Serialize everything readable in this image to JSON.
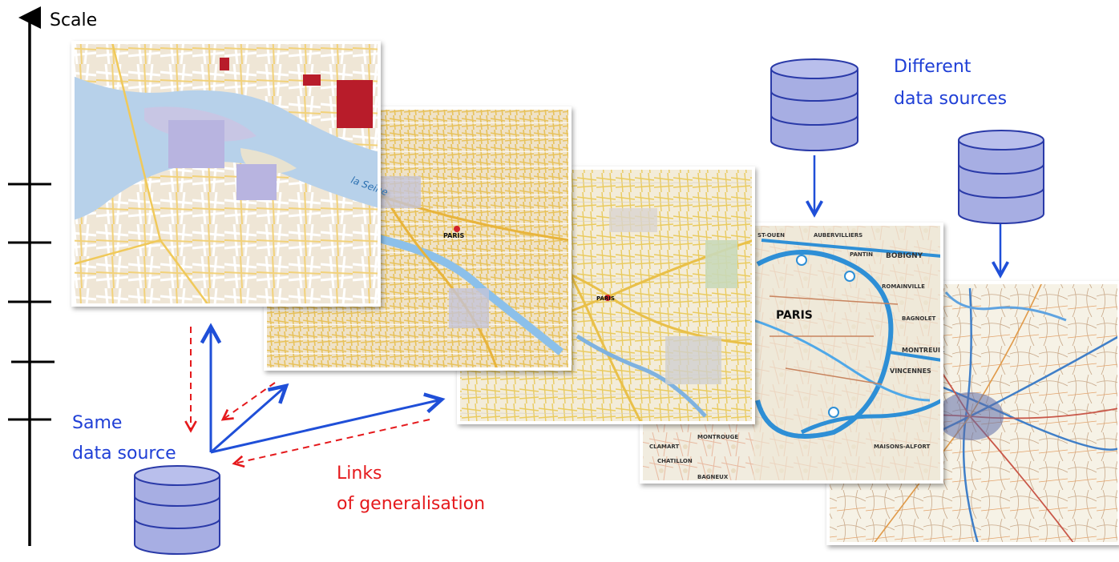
{
  "scale_axis": {
    "label": "Scale",
    "tick_count": 5
  },
  "labels": {
    "same_source_line1": "Same",
    "same_source_line2": "data source",
    "links_line1": "Links",
    "links_line2": "of generalisation",
    "different_line1": "Different",
    "different_line2": "data sources"
  },
  "maps": [
    {
      "name": "Paris islands detail map",
      "style": "street-detail"
    },
    {
      "name": "Paris central city map",
      "style": "city-streets"
    },
    {
      "name": "Paris city overview map",
      "style": "city-overview"
    },
    {
      "name": "Paris and suburbs road map",
      "style": "regional"
    },
    {
      "name": "Paris region road network map",
      "style": "road-network"
    }
  ],
  "map_text": {
    "paris_label": "PARIS",
    "seine_label": "la Seine",
    "suburb_labels": [
      "AUBERVILLIERS",
      "PANTIN",
      "BOBIGNY",
      "ROMAINVILLE",
      "BAGNOLET",
      "MONTREUIL",
      "VINCENNES",
      "CLAMART",
      "CHATILLON",
      "MONTROUGE",
      "BAGNEUX",
      "MAISONS-ALFORT",
      "ST-OUEN",
      "PARIS"
    ]
  },
  "colors": {
    "solid_arrow": "#1f4fd8",
    "dashed_arrow": "#e5191c",
    "database_fill": "#a7aee3",
    "database_stroke": "#2a3aa8",
    "blue_text": "#1f3fd6",
    "red_text": "#e5191c"
  },
  "icons": [
    "database-icon",
    "database-icon",
    "database-icon"
  ]
}
